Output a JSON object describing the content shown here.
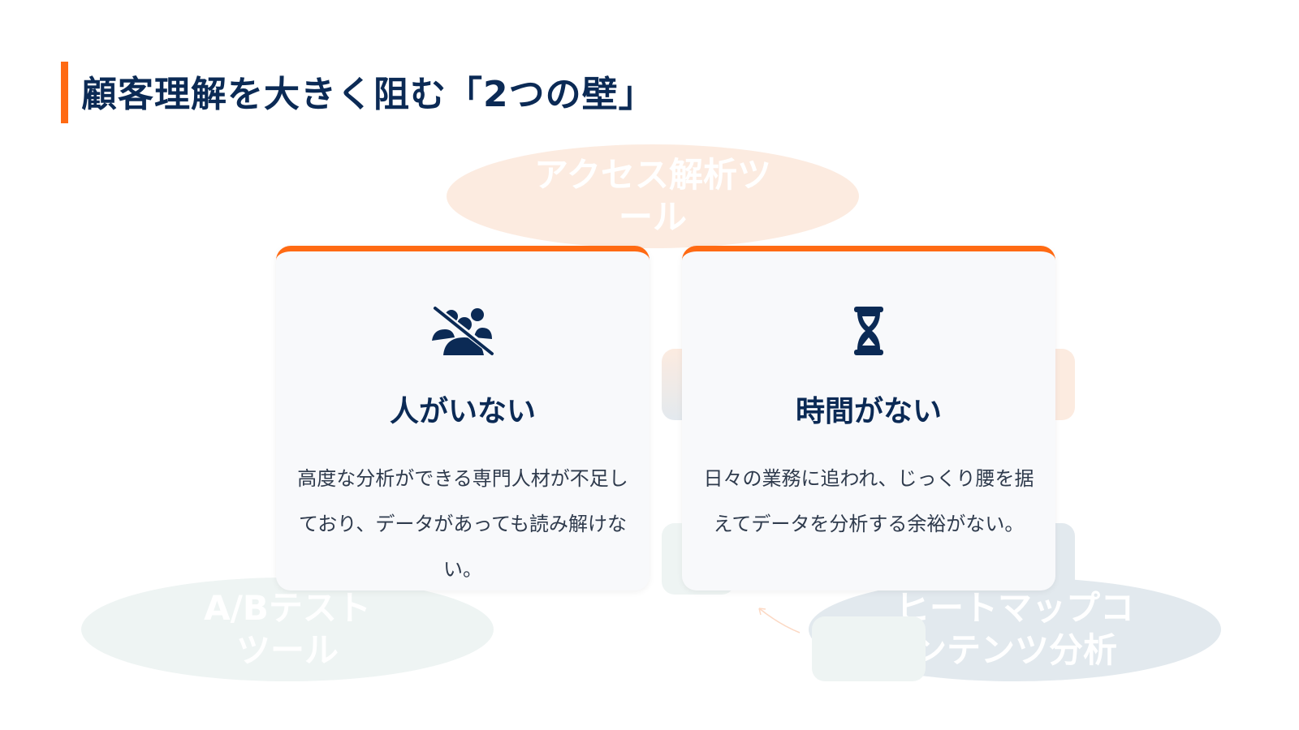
{
  "title": "顧客理解を大きく阻む「2つの壁」",
  "background_labels": {
    "top": "アクセス解析ツール",
    "bottom_left": "A/Bテストツール",
    "bottom_right": "ヒートマップコンテンツ分析"
  },
  "cards": [
    {
      "icon": "no-people-icon",
      "title": "人がいない",
      "body": "高度な分析ができる専門人材が不足しており、データがあっても読み解けない。"
    },
    {
      "icon": "hourglass-icon",
      "title": "時間がない",
      "body": "日々の業務に追われ、じっくり腰を据えてデータを分析する余裕がない。"
    }
  ],
  "colors": {
    "accent": "#ff6a13",
    "navy": "#0b2a55"
  }
}
